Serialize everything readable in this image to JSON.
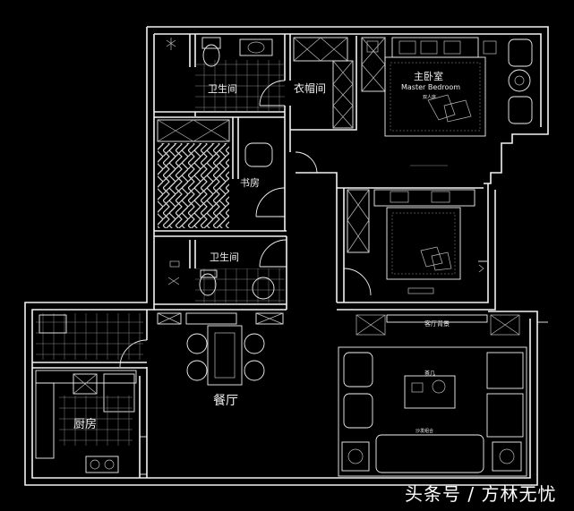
{
  "rooms": {
    "bathroom_top": "卫生间",
    "cloakroom": "衣帽间",
    "master_bedroom_cn": "主卧室",
    "master_bedroom_en": "Master Bedroom",
    "study": "书房",
    "bathroom_mid": "卫生间",
    "dining": "餐厅",
    "kitchen": "厨房"
  },
  "small_labels": {
    "bed_note": "双人床",
    "living_note": "客厅背景",
    "tea_table": "茶几",
    "sofa_note": "沙发组合"
  },
  "watermark": "头条号 / 方林无忧"
}
